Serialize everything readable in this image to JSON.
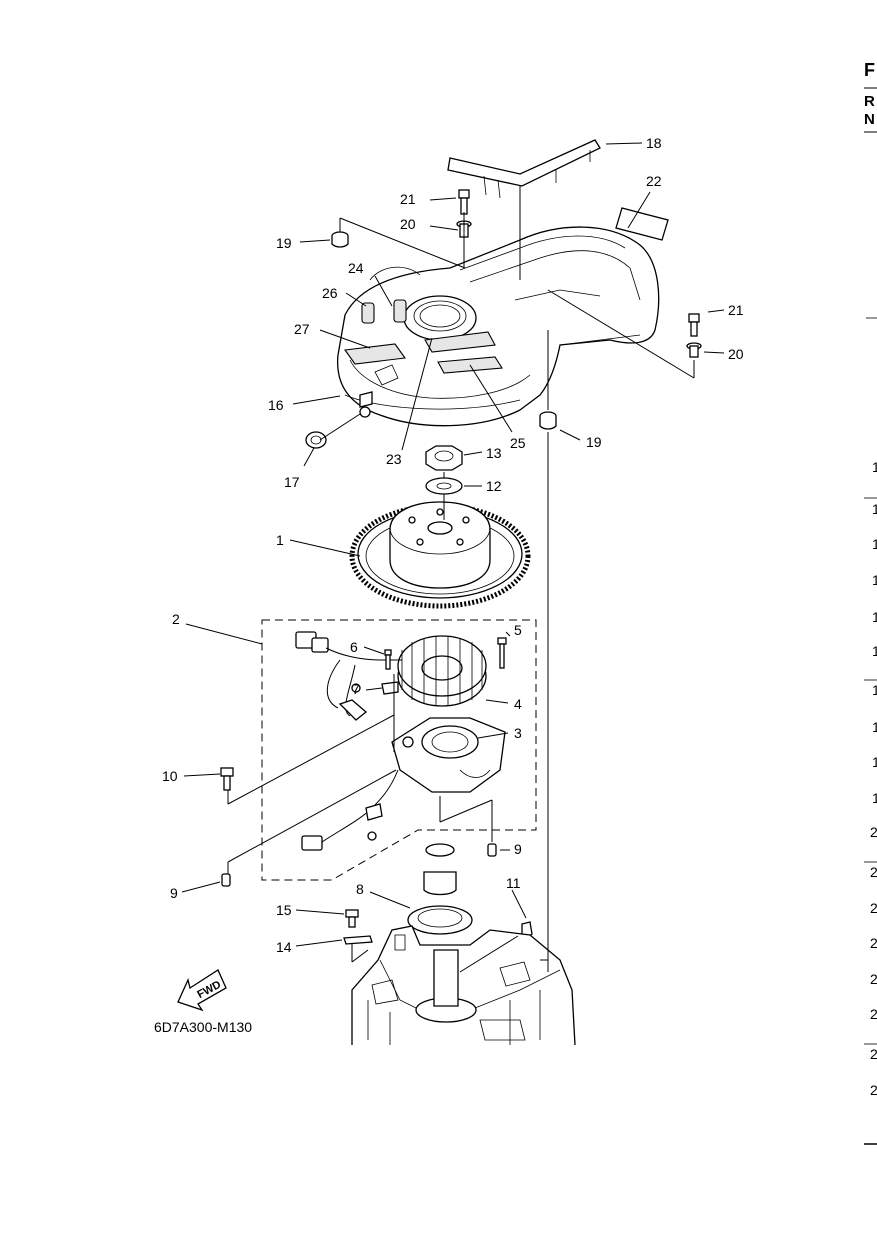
{
  "diagram": {
    "code": "6D7A300-M130",
    "fwd_label": "FWD",
    "callouts": [
      "1",
      "2",
      "3",
      "4",
      "5",
      "6",
      "7",
      "8",
      "9",
      "9",
      "10",
      "11",
      "12",
      "13",
      "14",
      "15",
      "16",
      "17",
      "18",
      "19",
      "19",
      "20",
      "20",
      "21",
      "21",
      "22",
      "23",
      "24",
      "25",
      "26",
      "27"
    ]
  },
  "right_edge": {
    "header_chars": [
      "F",
      "R",
      "N"
    ],
    "list_chars": [
      "1",
      "1",
      "1",
      "1",
      "1",
      "1",
      "1",
      "1",
      "1",
      "1",
      "2",
      "2",
      "2",
      "2",
      "2",
      "2",
      "2",
      "2"
    ]
  }
}
